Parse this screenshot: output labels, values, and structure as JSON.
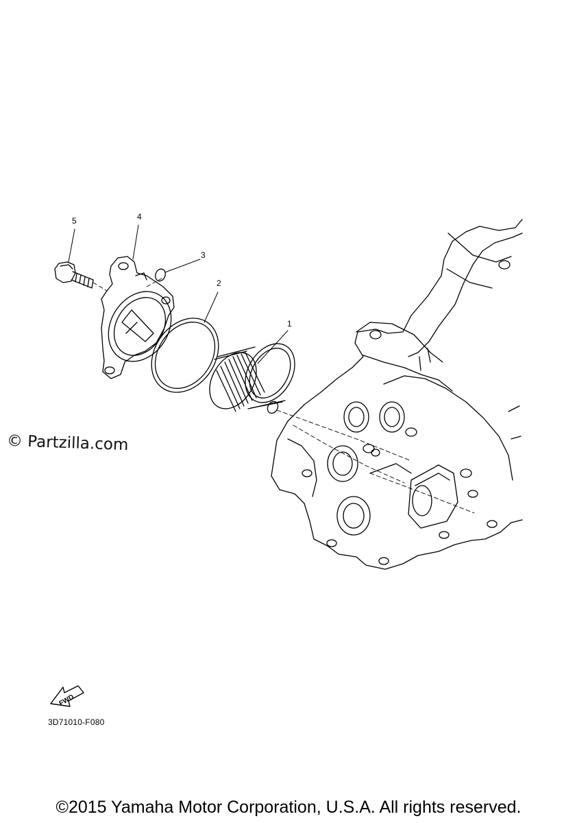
{
  "callouts": [
    {
      "id": "1",
      "label": "1"
    },
    {
      "id": "2",
      "label": "2"
    },
    {
      "id": "3",
      "label": "3"
    },
    {
      "id": "4",
      "label": "4"
    },
    {
      "id": "5",
      "label": "5"
    }
  ],
  "watermark": "© Partzilla.com",
  "fwd_label": "FWD",
  "figure_code": "3D71010-F080",
  "copyright": "©2015 Yamaha Motor Corporation, U.S.A. All rights reserved."
}
